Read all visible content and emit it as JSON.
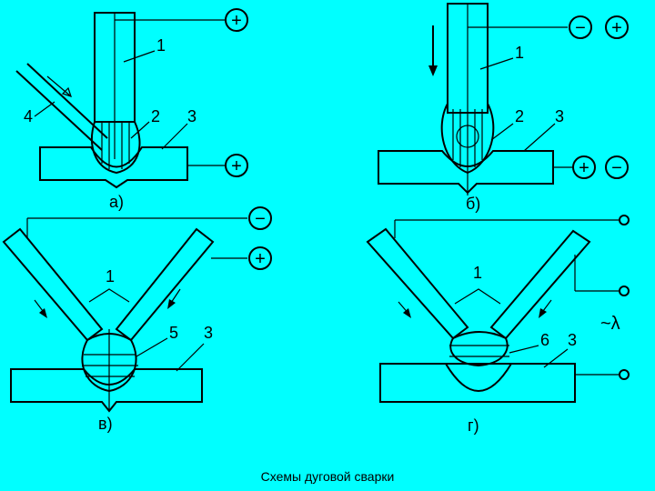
{
  "caption": "Схемы дуговой сварки",
  "panels": {
    "a": {
      "label": "а)",
      "num_electrode": "1",
      "num_arc": "2",
      "num_workpiece": "3",
      "num_filler": "4",
      "sign_electrode": "+",
      "sign_workpiece": "+"
    },
    "b": {
      "label": "б)",
      "num_electrode": "1",
      "num_arc": "2",
      "num_workpiece": "3",
      "sign_electrode_1": "−",
      "sign_electrode_2": "+",
      "sign_workpiece_1": "+",
      "sign_workpiece_2": "−"
    },
    "v": {
      "label": "в)",
      "num_electrodes": "1",
      "num_arc": "5",
      "num_workpiece": "3",
      "sign_left": "−",
      "sign_right": "+"
    },
    "g": {
      "label": "г)",
      "num_electrodes": "1",
      "num_arc": "6",
      "num_workpiece": "3",
      "supply": "~λ"
    }
  }
}
